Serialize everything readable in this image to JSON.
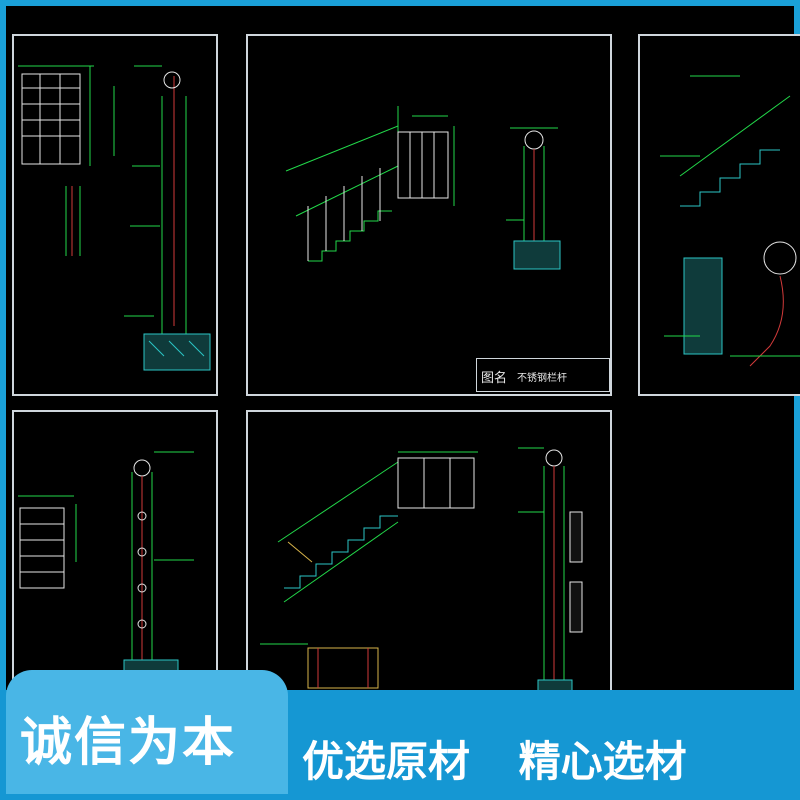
{
  "drawing": {
    "title_block": {
      "label": "图名",
      "name": "不锈钢栏杆"
    }
  },
  "banner": {
    "left_text": "诚信为本",
    "right_texts": [
      "优选原材",
      "精心选材"
    ]
  },
  "colors": {
    "banner_blue": "#1597d3",
    "banner_tab": "#49b6e6",
    "cad_background": "#000000",
    "cad_green": "#22d84a",
    "cad_red": "#d23a3a",
    "cad_cyan": "#2bc6c6",
    "cad_white": "#e6e6e6"
  }
}
